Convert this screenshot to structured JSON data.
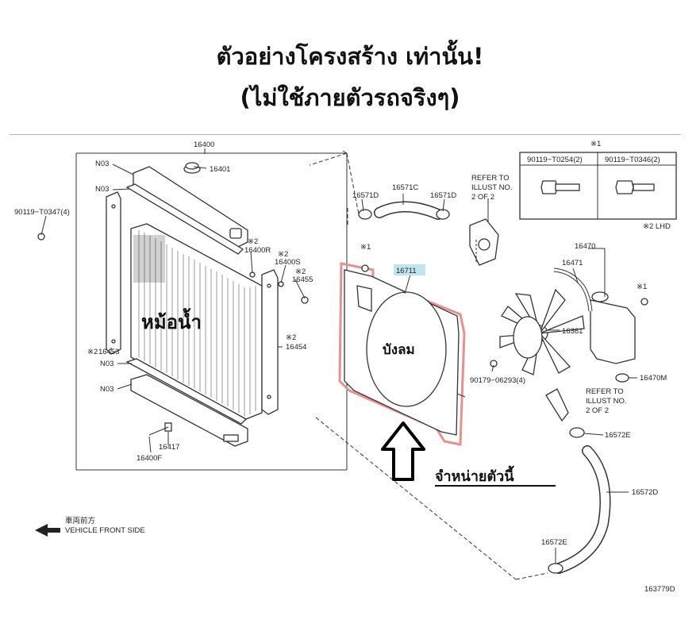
{
  "header": {
    "title_line1": "ตัวอย่างโครงสร้าง เท่านั้น!",
    "title_line2": "(ไม่ใช้ภายตัวรถจริงๆ)"
  },
  "callouts": {
    "radiator": "หม้อน้ำ",
    "shroud": "บังลม",
    "sold_item": "จำหน่ายตัวนี้"
  },
  "parts": {
    "p16400": "16400",
    "p16401": "16401",
    "n03_a": "N03",
    "n03_b": "N03",
    "n03_c": "N03",
    "n03_d": "N03",
    "bolt_90119_t0347": "90119−T0347(4)",
    "p16400r": "16400R",
    "p16400s": "16400S",
    "p16455": "16455",
    "p16453": "16453",
    "p16454": "16454",
    "p16417": "16417",
    "p16400f": "16400F",
    "p16571d_a": "16571D",
    "p16571c": "16571C",
    "p16571d_b": "16571D",
    "p16711": "16711",
    "p16361": "16361",
    "bolt_90179_06293": "90179−06293(4)",
    "p16470": "16470",
    "p16471": "16471",
    "p16470m": "16470M",
    "p16572e_a": "16572E",
    "p16572d": "16572D",
    "p16572e_b": "16572E",
    "refer_line1": "REFER TO",
    "refer_line2": "ILLUST NO.",
    "refer_line3": "2 OF 2",
    "refer2_line1": "REFER TO",
    "refer2_line2": "ILLUST NO.",
    "refer2_line3": "2 OF 2",
    "mark_x2_a": "※2",
    "mark_x2_b": "※2",
    "mark_x2_c": "※2",
    "mark_x2_d": "※2",
    "mark_x2_e": "※2",
    "mark_x1_a": "※1",
    "mark_x1_b": "※1",
    "mark_x1_c": "※1",
    "diagram_id": "163779D"
  },
  "bolt_table": {
    "note": "※1",
    "col1": "90119−T0254(2)",
    "col2": "90119−T0346(2)",
    "footer": "※2 LHD"
  },
  "front_indicator": {
    "jp": "車両前方",
    "en": "VEHICLE FRONT SIDE"
  },
  "colors": {
    "shroud_outline": "#e88f8f",
    "highlight_label": "#bfe6f0"
  }
}
